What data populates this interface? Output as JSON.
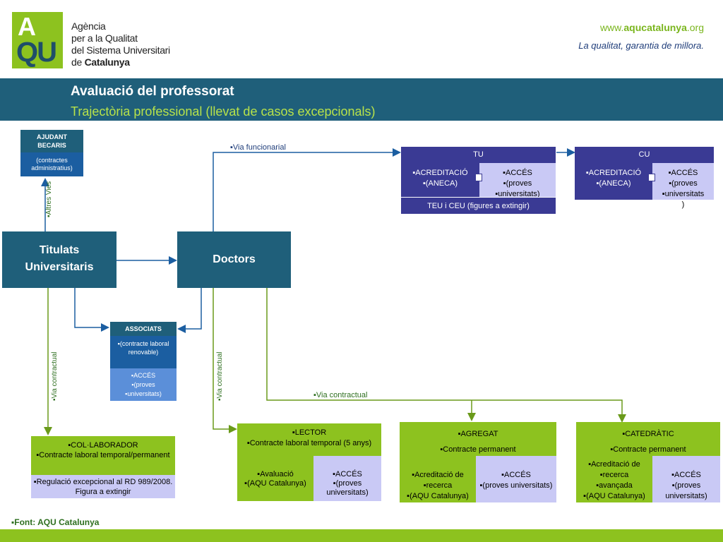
{
  "header": {
    "logo_top": "A",
    "logo_bottom": "QU",
    "agency_lines": [
      "Agència",
      "per a la Qualitat",
      "del Sistema Universitari"
    ],
    "agency_last_prefix": "de ",
    "agency_last_bold": "Catalunya",
    "url_prefix": "www.",
    "url_bold": "aqucatalunya",
    "url_suffix": ".org",
    "slogan": "La qualitat, garantia de millora."
  },
  "title": {
    "main": "Avaluació del professorat",
    "sub": "Trajectòria professional (llevat de casos excepcionals)"
  },
  "diagram": {
    "ajudant": {
      "title1": "AJUDANT",
      "title2": "BECARIS",
      "body": "(contractes administratius)"
    },
    "titulats": {
      "line1": "Titulats",
      "line2": "Universitaris"
    },
    "doctors": "Doctors",
    "associats": {
      "title": "ASSOCIATS",
      "body": "▪(contracte laboral renovable)",
      "a1": "▪ACCÉS",
      "a2": "▪(proves",
      "a3": "▪universitats)"
    },
    "tu": {
      "title": "TU",
      "left1": "▪ACREDITACIÓ",
      "left2": "▪(ANECA)",
      "right1": "▪ACCÉS",
      "right2": "▪(proves",
      "right3": "▪universitats)"
    },
    "teu": "TEU i CEU (figures a extingir)",
    "cu": {
      "title": "CU",
      "left1": "▪ACREDITACIÓ",
      "left2": "▪(ANECA)",
      "right1": "▪ACCÉS",
      "right2": "▪(proves",
      "right3": "▪universitats",
      "right4": ")"
    },
    "lector": {
      "title": "▪LECTOR",
      "body": "▪Contracte laboral temporal (5 anys)",
      "left1": "▪Avaluació",
      "left2": "▪(AQU Catalunya)",
      "right1": "▪ACCÉS",
      "right2": "▪(proves universitats)"
    },
    "agregat": {
      "title": "▪AGREGAT",
      "body": "▪Contracte permanent",
      "left1": "▪Acreditació de",
      "left2": "▪recerca",
      "left3": "▪(AQU Catalunya)",
      "right1": "▪ACCÉS",
      "right2": "▪(proves universitats)"
    },
    "catedratic": {
      "title": "▪CATEDRÀTIC",
      "body": "▪Contracte permanent",
      "left1": "▪Acreditació de",
      "left2": "▪recerca",
      "left3": "▪avançada",
      "left4": "▪(AQU Catalunya)",
      "right1": "▪ACCÉS",
      "right2": "▪(proves universitats)"
    },
    "colaborador": {
      "title": "▪COL·LABORADOR",
      "body": "▪Contracte laboral temporal/permanent",
      "note": "▪Regulació excepcional al RD 989/2008. Figura a extingir"
    },
    "labels": {
      "via_funcionarial": "▪Via funcionarial",
      "altres_vies": "▪Altres Vies",
      "via_contractual_1": "▪Via contractual",
      "via_contractual_2": "▪Via contractual",
      "via_contractual_3": "▪Via contractual"
    }
  },
  "footer": {
    "source": "▪Font: AQU Catalunya"
  },
  "colors": {
    "dark": "#1f5f7a",
    "green": "#8dc21f",
    "navy": "#3a3a94",
    "lavender": "#c9c9f5"
  }
}
